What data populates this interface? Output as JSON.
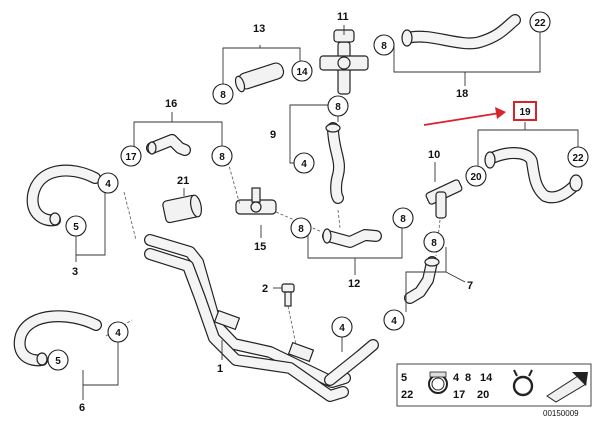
{
  "callouts": {
    "c13": "13",
    "c11": "11",
    "c8a": "8",
    "c14": "14",
    "c8b": "8",
    "c22a": "22",
    "c18": "18",
    "c16": "16",
    "c17": "17",
    "c8c": "8",
    "c8d": "8",
    "c9": "9",
    "c4a": "4",
    "c19": "19",
    "c22b": "22",
    "c10": "10",
    "c20": "20",
    "c4b": "4",
    "c5a": "5",
    "c3": "3",
    "c21": "21",
    "c15": "15",
    "c8e": "8",
    "c8f": "8",
    "c12": "12",
    "c8g": "8",
    "c7": "7",
    "c4c": "4",
    "c2": "2",
    "c4d": "4",
    "c4e": "4",
    "c1": "1",
    "c5b": "5",
    "c6": "6"
  },
  "highlight_color": "#d9232a",
  "legend": {
    "row1": [
      "5",
      "4",
      "8",
      "14"
    ],
    "row2": [
      "22",
      "17",
      "20"
    ]
  },
  "code": "00150009"
}
